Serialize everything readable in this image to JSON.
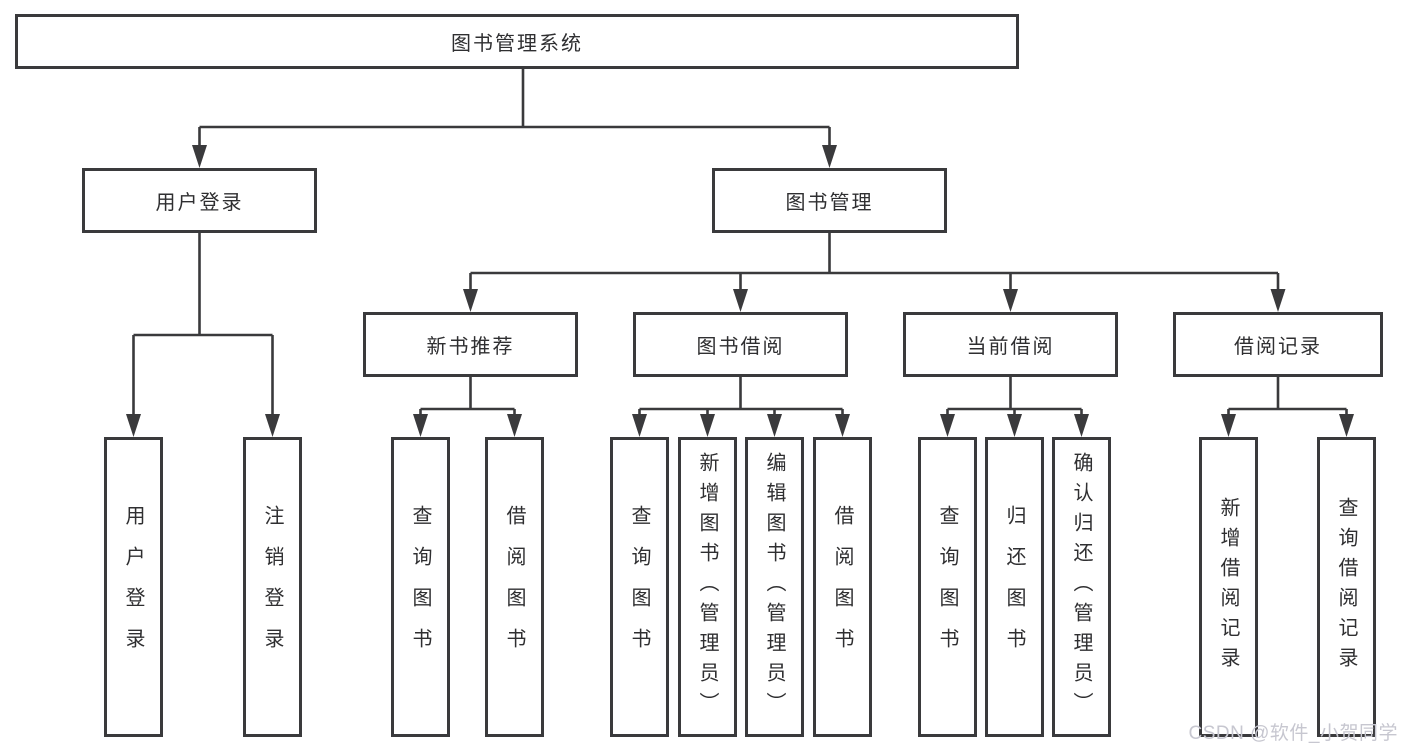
{
  "nodes": {
    "root": {
      "label": "图书管理系统"
    },
    "user_login": {
      "label": "用户登录"
    },
    "book_mgmt": {
      "label": "图书管理"
    },
    "new_book_rec": {
      "label": "新书推荐"
    },
    "book_borrow": {
      "label": "图书借阅"
    },
    "current_borrow": {
      "label": "当前借阅"
    },
    "borrow_record": {
      "label": "借阅记录"
    },
    "leaf_user_login": {
      "label": "用户登录"
    },
    "leaf_logout": {
      "label": "注销登录"
    },
    "leaf_query_book_rec": {
      "label": "查询图书"
    },
    "leaf_borrow_book_rec": {
      "label": "借阅图书"
    },
    "leaf_query_book_bor": {
      "label": "查询图书"
    },
    "leaf_add_book": {
      "label": "新增图书（管理员）"
    },
    "leaf_edit_book": {
      "label": "编辑图书（管理员）"
    },
    "leaf_borrow_book": {
      "label": "借阅图书"
    },
    "leaf_query_book_cur": {
      "label": "查询图书"
    },
    "leaf_return_book": {
      "label": "归还图书"
    },
    "leaf_confirm_return": {
      "label": "确认归还（管理员）"
    },
    "leaf_add_record": {
      "label": "新增借阅记录"
    },
    "leaf_query_record": {
      "label": "查询借阅记录"
    }
  },
  "watermark": {
    "label": "CSDN @软件_小贺同学"
  },
  "colors": {
    "line": "#3a3a3c",
    "text": "#2f2f31",
    "background": "#ffffff",
    "watermark": "#c7c7d0"
  }
}
